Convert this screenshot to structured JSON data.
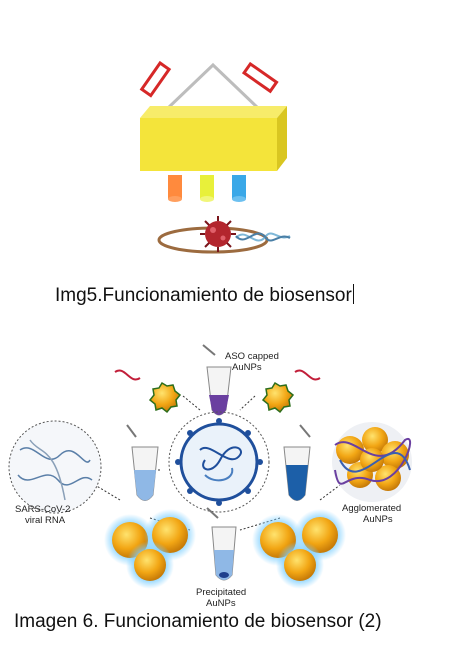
{
  "figure1": {
    "caption": "Img5.Funcionamiento de biosensor",
    "colors": {
      "body": "#f4e43a",
      "bodyShade": "#d9c621",
      "filterRed": "#d62828",
      "wire": "#bdbdbd",
      "tube1": "#ff8a3d",
      "tube2": "#e8f03a",
      "tube3": "#3aa8e8",
      "ring": "#9c6b3f",
      "virus": "#b3262e"
    }
  },
  "figure2": {
    "caption": "Imagen 6. Funcionamiento de biosensor (2)",
    "labels": {
      "top_line1": "ASO capped",
      "top_line2": "AuNPs",
      "left_line1": "SARS-CoV-2",
      "left_line2": "viral RNA",
      "right_line1": "Agglomerated",
      "right_line2": "AuNPs",
      "bottom_line1": "Precipitated",
      "bottom_line2": "AuNPs"
    },
    "colors": {
      "gold": "#f2a614",
      "goldDark": "#c77b08",
      "glow": "#7fd0ff",
      "purple": "#6a3fa0",
      "blueLiquid": "#1c5fa8",
      "lightLiquid": "#8fb8e6",
      "virusRing": "#1f4f9c"
    }
  }
}
